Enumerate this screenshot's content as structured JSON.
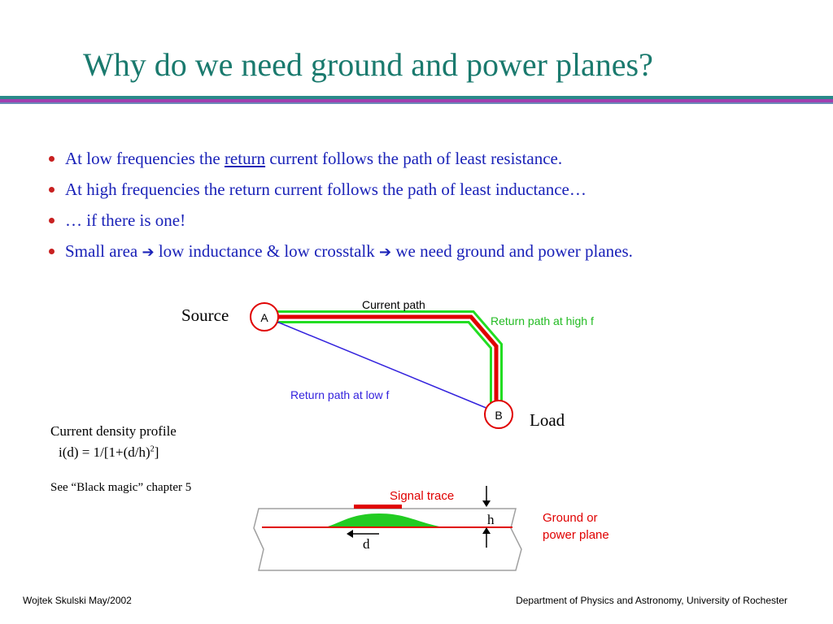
{
  "title": "Why do we need ground and power planes?",
  "bullets": {
    "b1": {
      "pre": "At low frequencies the ",
      "link": "return",
      "post": " current follows the path of least resistance."
    },
    "b2": {
      "text": "At high frequencies the return current follows the path of least inductance…"
    },
    "b3": {
      "text": "… if there is one!"
    },
    "b4": {
      "p1": "Small area ",
      "arrow": "➔",
      "p2": " low inductance & low crosstalk ",
      "p3": " we need ground and power planes."
    }
  },
  "diagram": {
    "source": "Source",
    "load": "Load",
    "node_a": "A",
    "node_b": "B",
    "current_path": "Current path",
    "return_high": "Return path at high f",
    "return_low": "Return path at low f"
  },
  "density": {
    "line1": "Current density profile",
    "formula_pre": "i(d) = 1/[1+(d/h)",
    "formula_sup": "2",
    "formula_post": "]",
    "see": "See “Black magic” chapter 5"
  },
  "cross_section": {
    "signal_trace": "Signal trace",
    "ground_1": "Ground or",
    "ground_2": "power plane",
    "h": "h",
    "d": "d"
  },
  "footer": {
    "left": "Wojtek Skulski May/2002",
    "right": "Department of Physics and Astronomy, University of Rochester"
  },
  "colors": {
    "title": "#1a7a6e",
    "bullet_text": "#1a22b8",
    "bullet_dot": "#c82020",
    "current_path": "#e00000",
    "return_high": "#22dd22",
    "return_low": "#3322dd",
    "signal_trace": "#e00000"
  }
}
